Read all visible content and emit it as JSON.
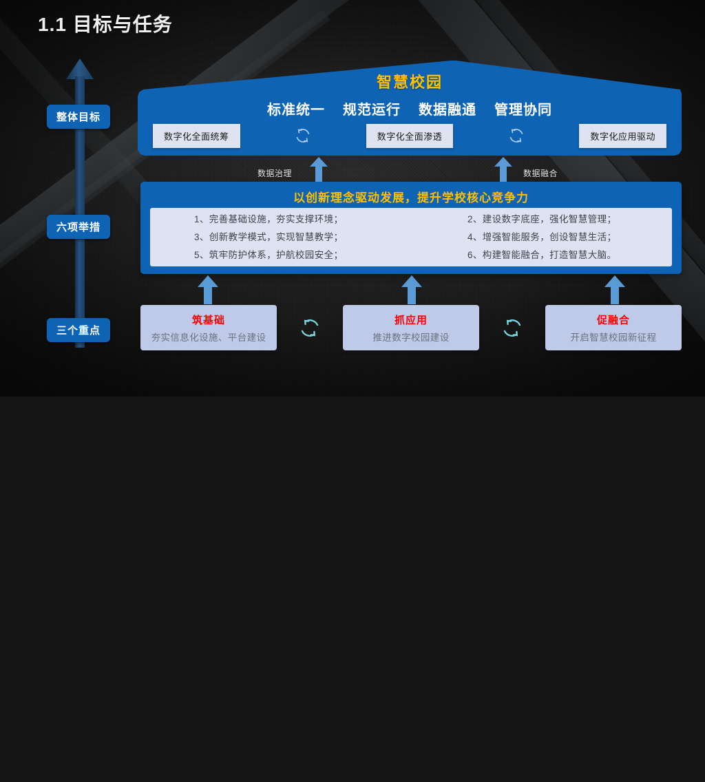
{
  "slide": {
    "title": "1.1 目标与任务"
  },
  "axis": {
    "icon": "up-arrow-icon",
    "labels": [
      {
        "label": "整体目标"
      },
      {
        "label": "六项举措"
      },
      {
        "label": "三个重点"
      }
    ]
  },
  "top_banner": {
    "title": "智慧校园",
    "keywords": [
      "标准统一",
      "规范运行",
      "数据融通",
      "管理协同"
    ],
    "chips": [
      {
        "label": "数字化全面统筹"
      },
      {
        "label": "数字化全面渗透"
      },
      {
        "label": "数字化应用驱动"
      }
    ],
    "cycle_icon": "cycle-arrows-icon"
  },
  "mid_connectors": [
    {
      "label": "数据治理",
      "icon": "up-arrow-icon"
    },
    {
      "label": "数据融合",
      "icon": "up-arrow-icon"
    }
  ],
  "mid_panel": {
    "title": "以创新理念驱动发展，提升学校核心竞争力",
    "items_left": [
      "1、完善基础设施，夯实支撑环境；",
      "3、创新教学模式，实现智慧教学；",
      "5、筑牢防护体系，护航校园安全；"
    ],
    "items_right": [
      "2、建设数字底座，强化智慧管理；",
      "4、增强智能服务，创设智慧生活；",
      "6、构建智能融合，打造智慧大脑。"
    ]
  },
  "bottom": {
    "arrow_icon": "up-arrow-icon",
    "cycle_icon": "cycle-arrows-icon",
    "cards": [
      {
        "title": "筑基础",
        "subtitle": "夯实信息化设施、平台建设"
      },
      {
        "title": "抓应用",
        "subtitle": "推进数字校园建设"
      },
      {
        "title": "促融合",
        "subtitle": "开启智慧校园新征程"
      }
    ]
  },
  "colors": {
    "brand_blue": "#0f63b4",
    "accent_gold": "#ffc000",
    "arrow_blue": "#5b9bd5",
    "card_lavender": "#bfc9e8",
    "chip_gray": "#dde3f0",
    "highlight_red": "#ff0000",
    "axis_navy": "#1b3c60",
    "cycle_teal": "#7ad3dc"
  }
}
